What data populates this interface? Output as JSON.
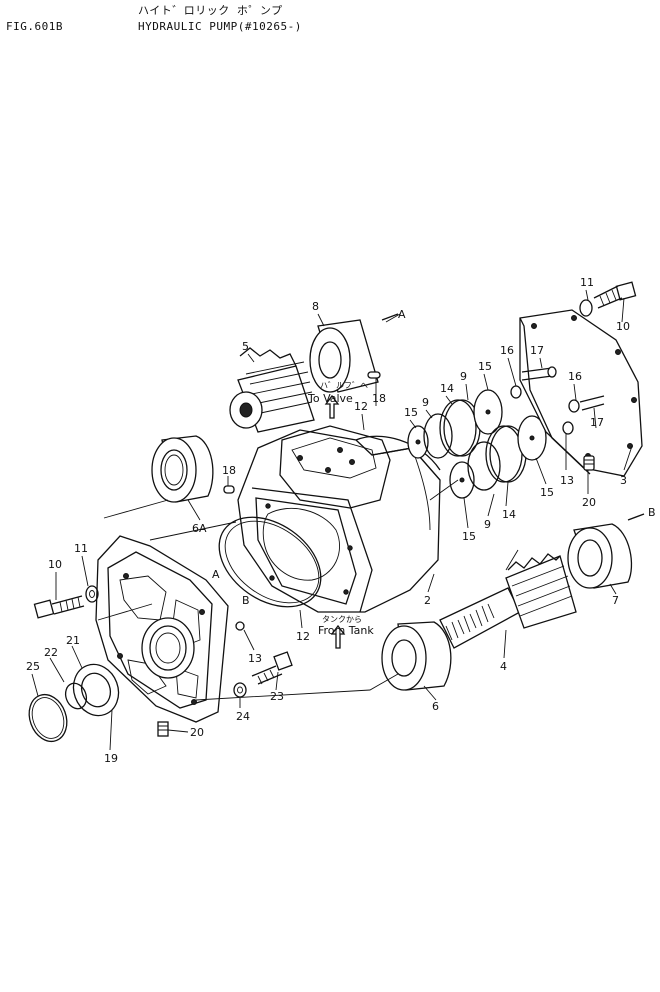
{
  "header": {
    "fig_label": "FIG.601B",
    "title_ja": "ハイト゛ロリック ホ゜ンプ",
    "title_en": "HYDRAULIC PUMP(#10265-)"
  },
  "annotations": {
    "to_valve_ja": "ハ゛ルフ゛へ",
    "to_valve": "To Valve",
    "from_tank_ja": "タンクから",
    "from_tank": "From Tank",
    "view_a": "A",
    "view_b": "B",
    "section_a": "A",
    "section_b": "B"
  },
  "callouts": [
    "11",
    "10",
    "8",
    "5",
    "16",
    "17",
    "15",
    "14",
    "9",
    "12",
    "18",
    "16",
    "17",
    "15",
    "9",
    "13",
    "3",
    "20",
    "15",
    "14",
    "9",
    "15",
    "18",
    "6A",
    "B",
    "7",
    "11",
    "10",
    "A",
    "B",
    "2",
    "12",
    "4",
    "21",
    "22",
    "25",
    "13",
    "23",
    "6",
    "24",
    "20",
    "19"
  ]
}
